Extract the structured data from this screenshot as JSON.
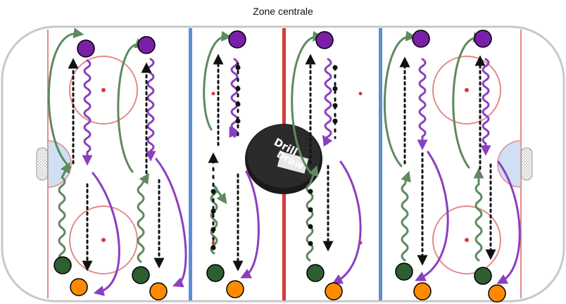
{
  "title": "Zone centrale",
  "logo": {
    "text_top": "Drill",
    "text_bottom": "Draw"
  },
  "colors": {
    "board": "#c8c8c8",
    "red_line": "#d93a3a",
    "blue_line": "#5a8fd6",
    "crease": "#cfe0f4",
    "green_path": "#5d8a5e",
    "purple_path": "#8a3fc0",
    "player_purple": "#7a1faa",
    "player_green": "#2f5e30",
    "player_orange": "#ff8a00",
    "pass_line": "#111111"
  },
  "legend_icons": {
    "forward_skate": "green-curve-arrow",
    "backward_skate": "purple-wavy-arrow",
    "pass": "dotted-black-arrow"
  }
}
